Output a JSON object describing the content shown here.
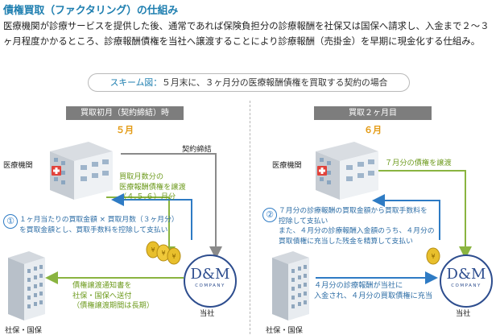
{
  "title": "債権買取（ファクタリング）の仕組み",
  "description": "医療機関が診療サービスを提供した後、通常であれば保険負担分の診療報酬を社保又は国保へ請求し、入金まで２〜３ヶ月程度かかるところ、診療報酬債権を当社へ譲渡することにより診療報酬（売掛金）を早期に現金化する仕組み。",
  "scheme": {
    "label": "スキーム図：",
    "text": "５月末に、３ヶ月分の医療報酬債権を買取する契約の場合"
  },
  "left": {
    "phase_title": "買取初月（契約締結）時",
    "month": "５月",
    "hospital_label": "医療機関",
    "contract_label": "契約締結",
    "transfer_note": "買取月数分の\n医療報酬債権を譲渡\n（４,５,６）月分",
    "step_number": "①",
    "step_note": "１ヶ月当たりの買取金額 × 買取月数（３ヶ月分）\nを買取金額とし、買取手数料を控除して支払い",
    "notice_note": "債権譲渡通知書を\n社保・国保へ送付\n（債権譲渡期間は長期）",
    "insurer_label": "社保・国保",
    "company_label": "当社"
  },
  "right": {
    "phase_title": "買取２ヶ月目",
    "month": "６月",
    "hospital_label": "医療機関",
    "transfer_note": "７月分の債権を譲渡",
    "step_number": "②",
    "step_note": "７月分の診療報酬の買取金額から買取手数料を\n控除して支払い\nまた、４月分の診療報酬入金額のうち、４月分の\n買取債権に充当した残金を精算して支払い",
    "payment_note": "４月分の診療報酬が当社に\n入金され、４月分の買取債権に充当",
    "insurer_label": "社保・国保",
    "company_label": "当社"
  },
  "logo": {
    "mark": "D&M",
    "sub": "COMPANY"
  },
  "colors": {
    "title_blue": "#1f7fb0",
    "phase_gray": "#7d7d7d",
    "month_orange": "#e39a13",
    "arrow_green": "#8ab440",
    "arrow_blue": "#2e7bc4",
    "arrow_gray": "#8a8a8a",
    "logo_navy": "#2d4d8e"
  }
}
